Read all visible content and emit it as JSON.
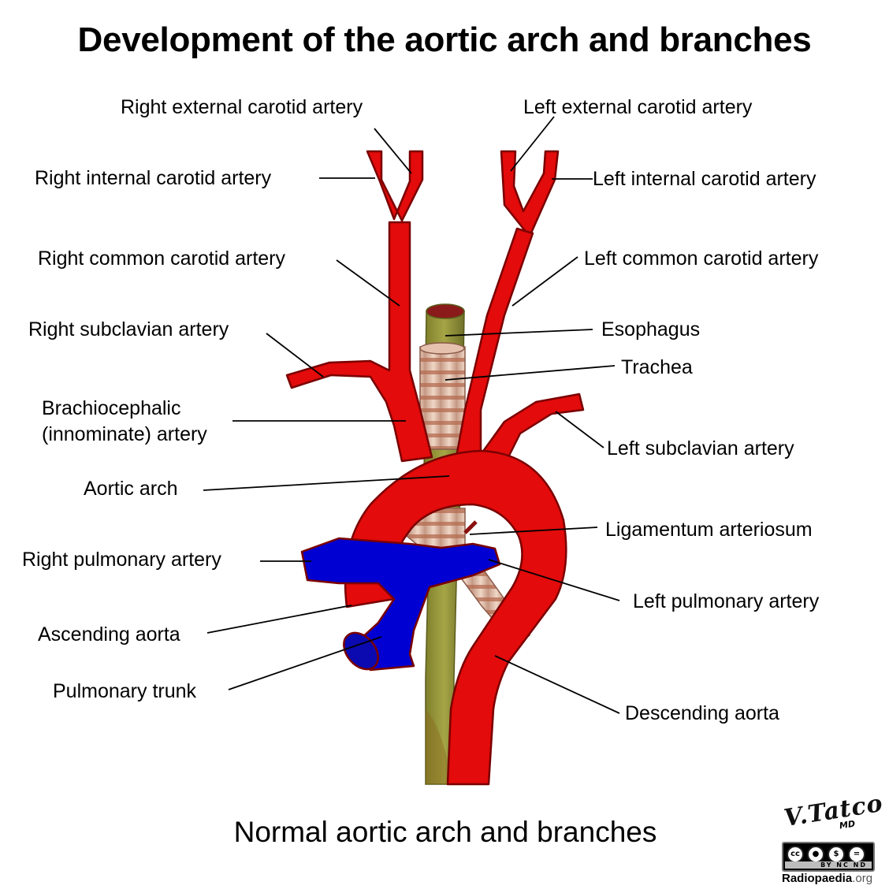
{
  "title": "Development of the aortic arch and branches",
  "caption": "Normal aortic arch and branches",
  "labels": {
    "right_external_carotid": "Right external carotid artery",
    "left_external_carotid": "Left external carotid artery",
    "right_internal_carotid": "Right internal carotid artery",
    "left_internal_carotid": "Left internal carotid artery",
    "right_common_carotid": "Right common carotid artery",
    "left_common_carotid": "Left common carotid artery",
    "right_subclavian": "Right subclavian artery",
    "esophagus": "Esophagus",
    "trachea": "Trachea",
    "brachiocephalic_line1": "Brachiocephalic",
    "brachiocephalic_line2": "(innominate) artery",
    "left_subclavian": "Left subclavian artery",
    "aortic_arch": "Aortic arch",
    "ligamentum_arteriosum": "Ligamentum arteriosum",
    "right_pulmonary": "Right pulmonary artery",
    "left_pulmonary": "Left pulmonary artery",
    "ascending_aorta": "Ascending aorta",
    "pulmonary_trunk": "Pulmonary trunk",
    "descending_aorta": "Descending aorta"
  },
  "credit": {
    "signature": "V.Tatco",
    "signature_suffix": "MD",
    "license_badge": "cc",
    "license_terms": "BY NC ND",
    "site_name": "Radiopaedia",
    "site_tld": ".org"
  },
  "colors": {
    "artery": "#e30b0b",
    "artery_outline": "#7a0000",
    "pulmonary": "#0000d2",
    "pulmonary_outline": "#7a0000",
    "esophagus": "#9a9a3a",
    "trachea": "#e6c2ae",
    "trachea_ring": "#b36a50"
  }
}
